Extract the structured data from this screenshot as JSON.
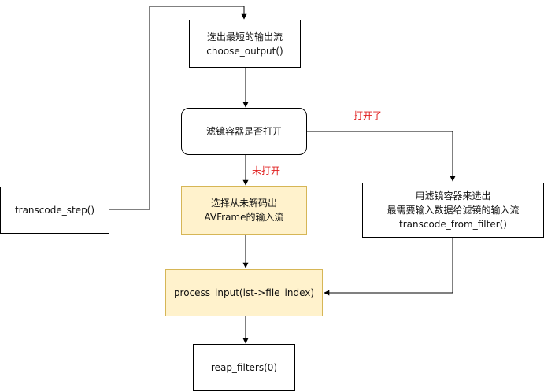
{
  "nodes": {
    "choose_output": {
      "line1": "选出最短的输出流",
      "line2": "choose_output()"
    },
    "decision": {
      "line1": "滤镜容器是否打开"
    },
    "select_undecoded": {
      "line1": "选择从未解码出",
      "line2": "AVFrame的输入流"
    },
    "filter_select": {
      "line1": "用滤镜容器来选出",
      "line2": "最需要输入数据给滤镜的输入流",
      "line3": "transcode_from_filter()"
    },
    "transcode_step": {
      "line1": "transcode_step()"
    },
    "process_input": {
      "line1": "process_input(ist->file_index)"
    },
    "reap_filters": {
      "line1": "reap_filters(0)"
    }
  },
  "edge_labels": {
    "opened": "打开了",
    "not_opened": "未打开"
  },
  "colors": {
    "line": "#000000",
    "highlight_fill": "#fff2cc",
    "highlight_border": "#d6b656",
    "label_red": "#e02020"
  }
}
